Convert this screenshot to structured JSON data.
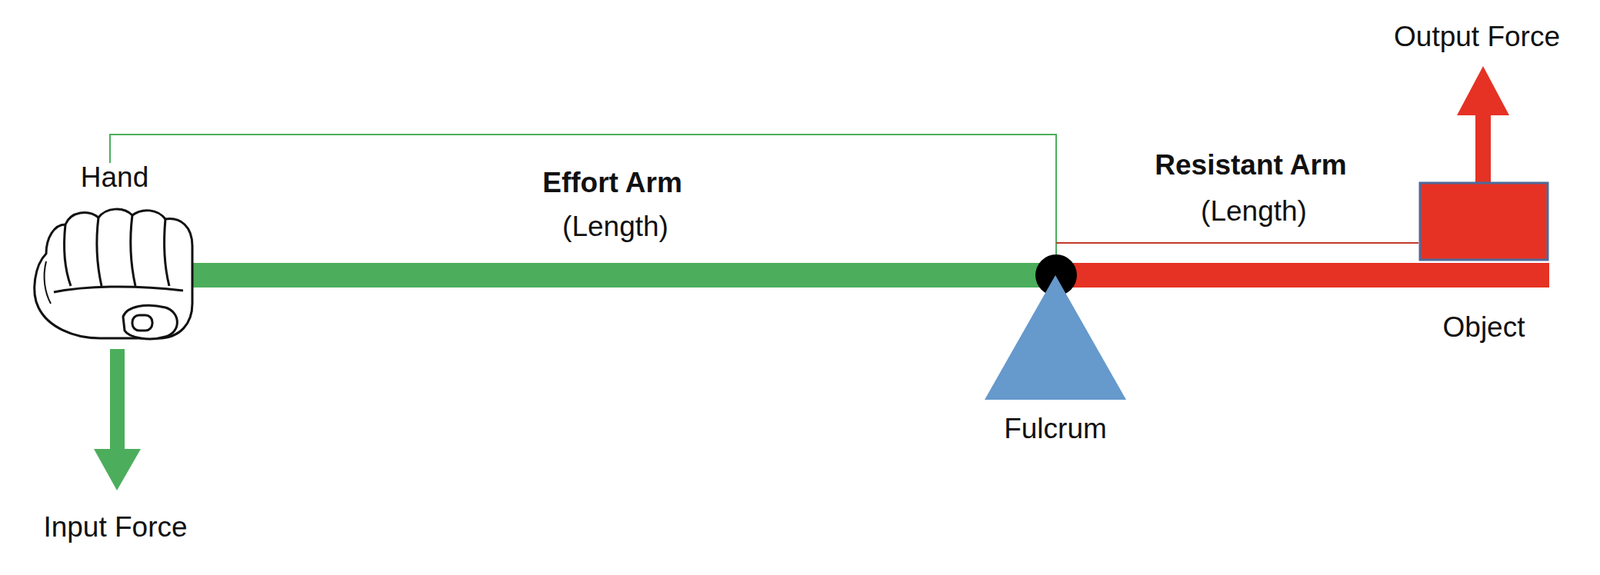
{
  "diagram": {
    "nodes": [
      {
        "text": [
          "Fulcrum"
        ]
      },
      {
        "text": [
          "Object"
        ]
      }
    ],
    "labels": [
      "Hand",
      "Effort Arm",
      "(Length)",
      "Resistant Arm",
      "(Length)",
      "Output Force",
      "Input Force"
    ]
  }
}
